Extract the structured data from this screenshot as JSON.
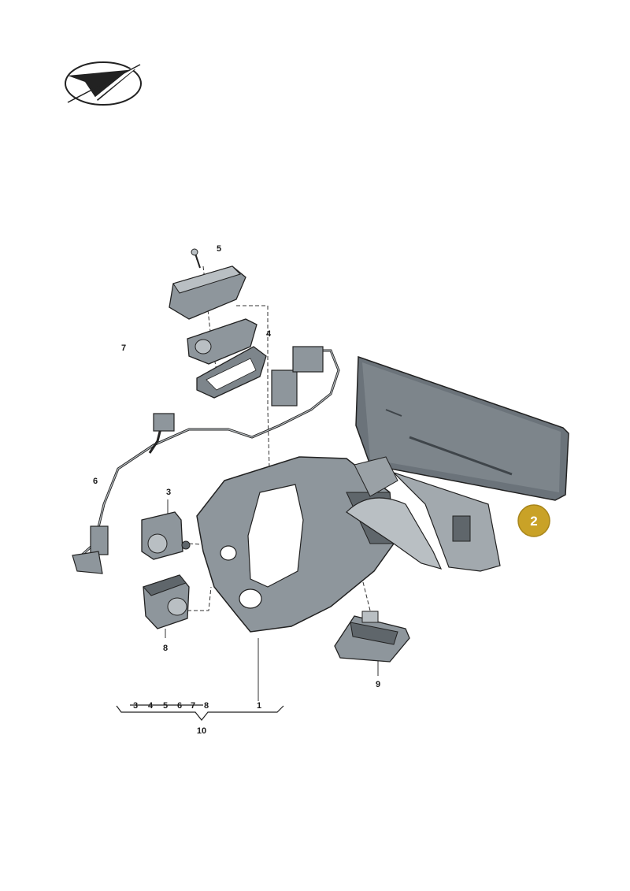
{
  "diagram": {
    "colors": {
      "part_fill": "#8e969c",
      "part_fill_light": "#b9bfc3",
      "part_fill_dark": "#5f666b",
      "panel_fill": "#6b737a",
      "line": "#222222",
      "badge": "#c9a227"
    },
    "logo_icon": "paper-plane-check-logo",
    "callouts": {
      "c1": "1",
      "c3": "3",
      "c4": "4",
      "c5": "5",
      "c6": "6",
      "c7": "7",
      "c8": "8",
      "c9": "9",
      "c10": "10"
    },
    "group_items": [
      "3",
      "4",
      "5",
      "6",
      "7",
      "8"
    ],
    "group_total": "1",
    "badge_label": "2"
  }
}
